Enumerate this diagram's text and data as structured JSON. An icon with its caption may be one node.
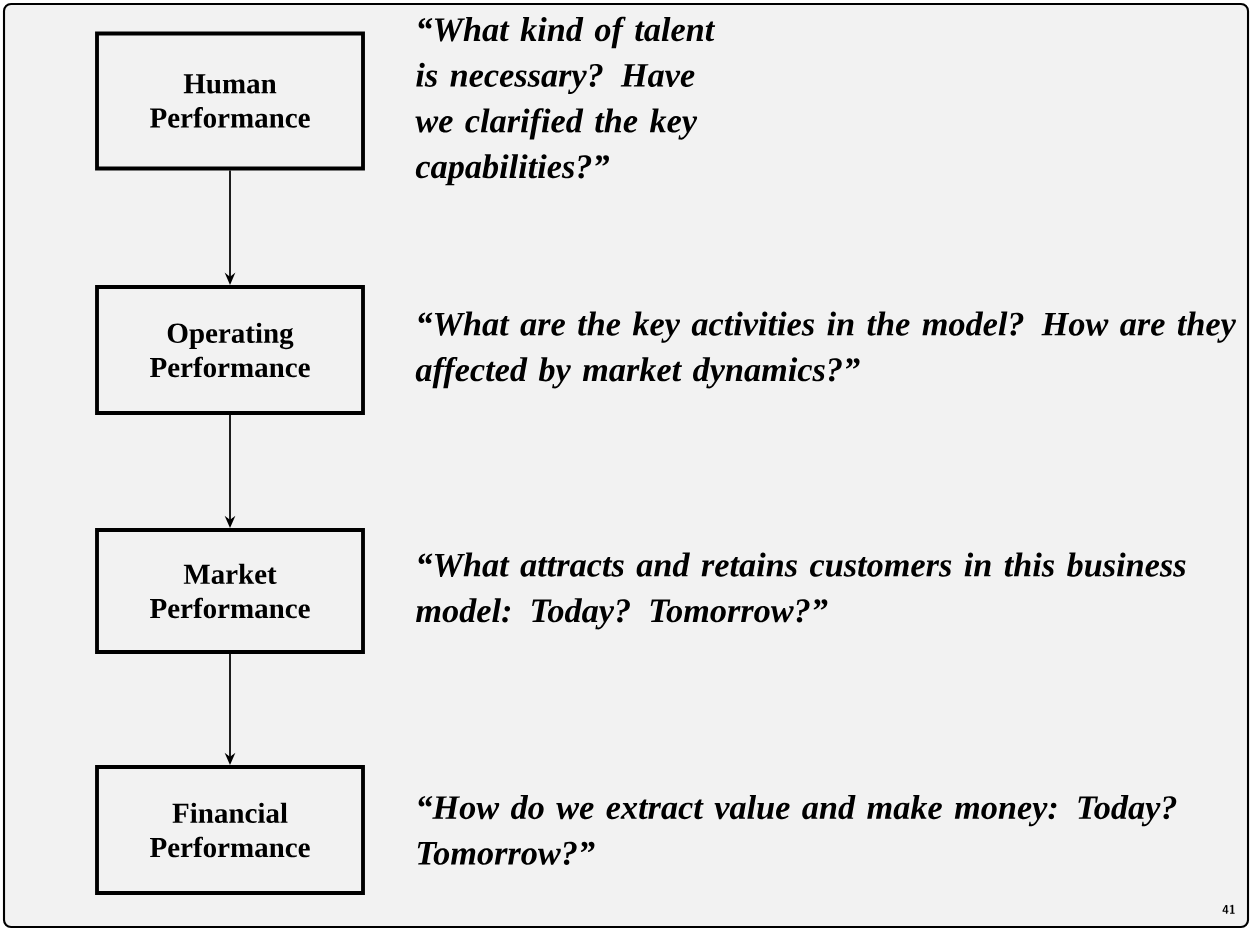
{
  "diagram": {
    "nodes": [
      {
        "text": [
          "Human Performance"
        ],
        "beside": [
          "“What kind of talent is necessary? Have we clarified the key capabilities?”"
        ]
      },
      {
        "text": [
          "Operating Performance"
        ],
        "beside": [
          "“What are the key activities in the model? How are they affected by market dynamics?”"
        ]
      },
      {
        "text": [
          "Market Performance"
        ],
        "beside": [
          "“What attracts and retains customers in this business model: Today? Tomorrow?”"
        ]
      },
      {
        "text": [
          "Financial Performance"
        ],
        "beside": [
          "“How do we extract value and make money: Today? Tomorrow?”"
        ]
      }
    ],
    "edges": [
      {
        "from": 0,
        "to": 1,
        "arrow": "to"
      },
      {
        "from": 1,
        "to": 2,
        "arrow": "to"
      },
      {
        "from": 2,
        "to": 3,
        "arrow": "to"
      }
    ],
    "labels": [
      "41"
    ]
  }
}
